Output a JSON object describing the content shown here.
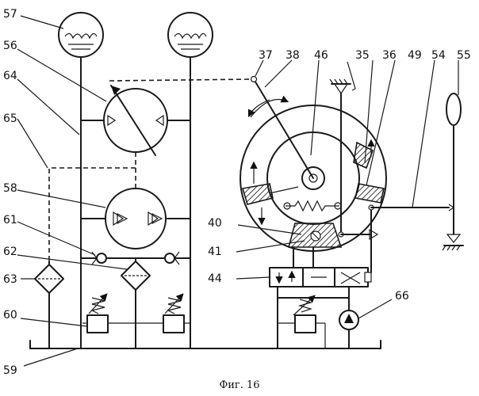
{
  "figure": {
    "caption": "Фиг. 16",
    "labels": {
      "l57": "57",
      "l56": "56",
      "l64": "64",
      "l65": "65",
      "l58": "58",
      "l61": "61",
      "l62": "62",
      "l63": "63",
      "l60": "60",
      "l59": "59",
      "l37": "37",
      "l38": "38",
      "l46": "46",
      "l35": "35",
      "l36": "36",
      "l49": "49",
      "l54": "54",
      "l55": "55",
      "l40": "40",
      "l41": "41",
      "l44": "44",
      "l66": "66"
    }
  }
}
